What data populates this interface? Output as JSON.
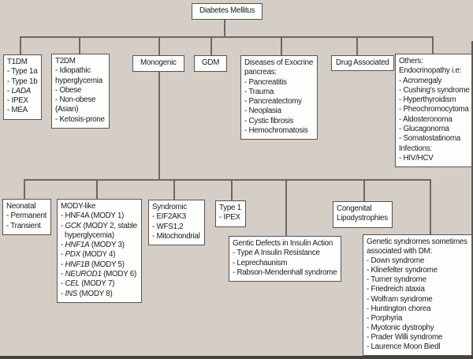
{
  "diagram": {
    "title": "Diabetes Mellitus classification flowchart",
    "root_label": "Diabetes Mellitus",
    "colors": {
      "background": "#d4cec7",
      "box_fill": "#fdfdfc",
      "box_border": "#57544e",
      "connector_line": "#6c6862",
      "text": "#1c1c1c"
    },
    "boxes": [
      {
        "id": "t1dm",
        "lines": [
          "T1DM",
          "- Type 1a",
          "- Type 1b",
          [
            {
              "t": "- "
            },
            {
              "t": "LADA",
              "i": 1
            }
          ],
          "- IPEX",
          "- MEA"
        ]
      },
      {
        "id": "t2dm",
        "lines": [
          "T2DM",
          "- Idiopathic",
          "hyperglycemia",
          "- Obese",
          "- Non-obese",
          "(Asian)",
          "- Ketosis-prone"
        ]
      },
      {
        "id": "monogenic",
        "lines": [
          "Monogenic"
        ]
      },
      {
        "id": "gdm",
        "lines": [
          "GDM"
        ]
      },
      {
        "id": "exocrine",
        "lines": [
          "Diseases of Exocrine",
          "pancreas:",
          "- Pancreatitis",
          "- Trauma",
          "- Pancreatectomy",
          "- Neoplasia",
          "- Cystic fibrosis",
          "- Hemochromatosis"
        ]
      },
      {
        "id": "drug",
        "lines": [
          "Drug Associated"
        ]
      },
      {
        "id": "others",
        "lines": [
          "Others:",
          "Endocrinopathy i.e:",
          "- Acromegaly",
          "- Cushing's syndrome",
          "- Hyperthyroidism",
          "- Pheochromocytoma",
          "- Aldosteronoma",
          "- Glucagonoma",
          "- Somatostatinoma",
          "Infections:",
          "- HIV/HCV"
        ]
      },
      {
        "id": "neonatal",
        "lines": [
          "Neonatal",
          "- Permanent",
          "- Transient"
        ]
      },
      {
        "id": "mody",
        "lines": [
          "MODY-like",
          "- HNF4A (MODY 1)",
          [
            {
              "t": "- "
            },
            {
              "t": "GCK",
              "i": 1
            },
            {
              "t": " (MODY 2, stable"
            }
          ],
          [
            {
              "t": "  hyperglycemia)"
            }
          ],
          [
            {
              "t": "- "
            },
            {
              "t": "HNF1A",
              "i": 1
            },
            {
              "t": " (MODY 3)"
            }
          ],
          [
            {
              "t": "- "
            },
            {
              "t": "PDX",
              "i": 1
            },
            {
              "t": " (MODY 4)"
            }
          ],
          [
            {
              "t": "- "
            },
            {
              "t": "HNF1B",
              "i": 1
            },
            {
              "t": " (MODY 5)"
            }
          ],
          [
            {
              "t": "- "
            },
            {
              "t": "NEUROD1",
              "i": 1
            },
            {
              "t": " (MODY 6)"
            }
          ],
          [
            {
              "t": "- "
            },
            {
              "t": "CEL",
              "i": 1
            },
            {
              "t": " (MODY 7)"
            }
          ],
          [
            {
              "t": "- "
            },
            {
              "t": "INS",
              "i": 1
            },
            {
              "t": " (MODY 8)"
            }
          ]
        ]
      },
      {
        "id": "syndromic",
        "lines": [
          "Syndromic",
          "- EIF2AK3",
          "- WFS1,2",
          "- Mitochondrial"
        ]
      },
      {
        "id": "type1",
        "lines": [
          "Type 1",
          "- IPEX"
        ]
      },
      {
        "id": "congenital",
        "lines": [
          "Congenital",
          "Lipodystrophies"
        ]
      },
      {
        "id": "insulin_action",
        "lines": [
          "Gentic Defects in Insulin Action",
          "- Type A Insulin Resistance",
          "- Leprechaunism",
          "- Rabson-Mendenhall syndrome"
        ]
      },
      {
        "id": "genetic_syndromes",
        "lines": [
          "Genetic syndromes sometimes",
          "associated with DM:",
          "- Down syndrome",
          "- Klinefelter syndrome",
          "- Turner syndrome",
          "- Friedreich ataxia",
          "- Wolfram syndrome",
          "- Huntington chorea",
          "- Porphyria",
          "- Myotonic dystrophy",
          "- Prader Willi syndrome",
          "- Laurence Moon Biedl"
        ]
      }
    ]
  }
}
